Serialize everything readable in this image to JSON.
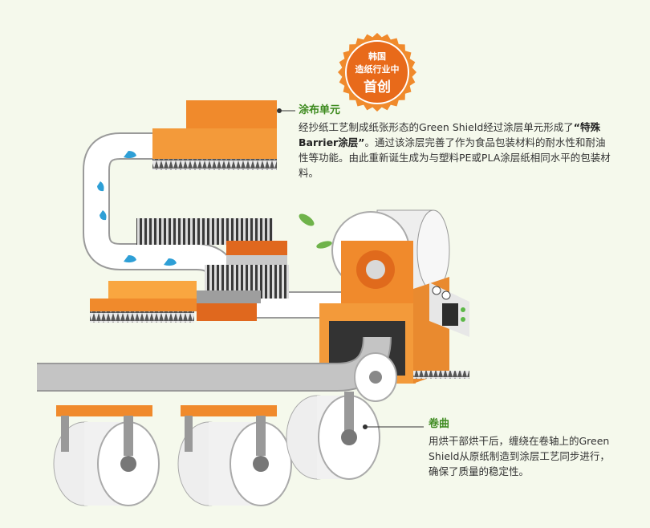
{
  "badge": {
    "line1": "韩国",
    "line2": "造纸行业中",
    "line3": "首创"
  },
  "coating": {
    "title": "涂布单元",
    "text_before": "经抄纸工艺制成纸张形态的Green Shield经过涂层单元形成了",
    "text_bold": "“特殊Barrier涂层”",
    "text_after": "。通过该涂层完善了作为食品包装材料的耐水性和耐油性等功能。由此重新诞生成为与塑料PE或PLA涂层纸相同水平的包装材料。"
  },
  "winding": {
    "title": "卷曲",
    "text": "用烘干部烘干后，缠绕在卷轴上的Green Shield从原纸制造到涂层工艺同步进行，确保了质量的稳定性。"
  },
  "colors": {
    "background": "#f5f9ec",
    "orange": "#f08a2c",
    "orange_dark": "#e0681e",
    "gray_belt": "#b5b5b5",
    "green_text": "#3d8a1e",
    "water": "#2e9fd6"
  }
}
